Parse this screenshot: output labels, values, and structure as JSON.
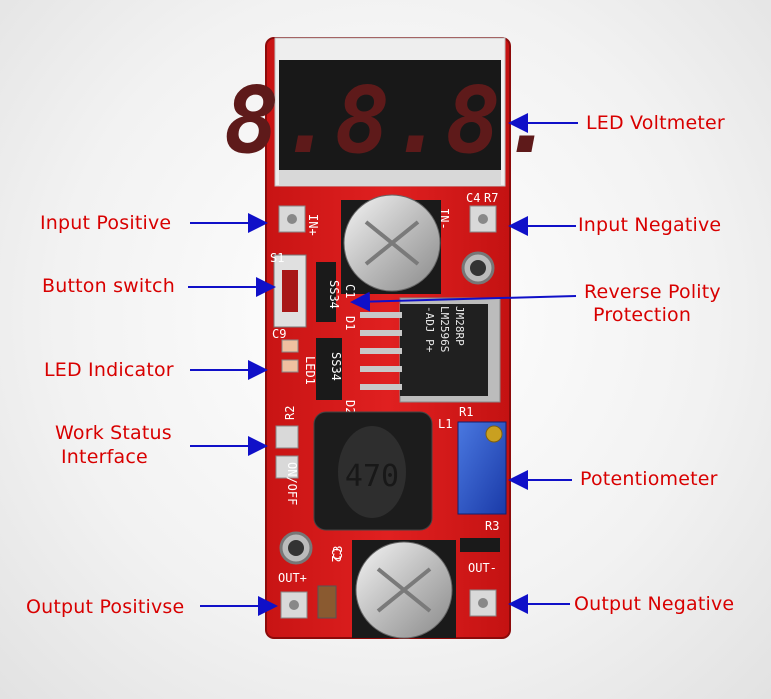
{
  "labels": {
    "led_voltmeter": "LED Voltmeter",
    "input_positive": "Input Positive",
    "input_negative": "Input Negative",
    "button_switch": "Button switch",
    "reverse_polity_line1": "Reverse Polity",
    "reverse_polity_line2": "Protection",
    "led_indicator": "LED Indicator",
    "work_status_line1": "Work Status",
    "work_status_line2": "Interface",
    "potentiometer": "Potentiometer",
    "output_positive": "Output Positivse",
    "output_negative": "Output Negative"
  },
  "board": {
    "display_digits": "8.8.8.",
    "chip_line1": "JM28RP",
    "chip_line2": "LM2596S",
    "chip_line3": "-ADJ  P+",
    "inductor_code": "470",
    "silk_in_plus": "IN+",
    "silk_in_minus": "IN-",
    "silk_c4": "C4",
    "silk_r7": "R7",
    "silk_s1": "S1",
    "silk_c9": "C9",
    "silk_c1": "C1",
    "silk_d1": "D1",
    "silk_led1": "LED1",
    "silk_d2": "D2",
    "silk_r2": "R2",
    "silk_r1": "R1",
    "silk_l1": "L1",
    "silk_on_off": "ON/OFF",
    "silk_r3": "R3",
    "silk_c2": "C2",
    "silk_c3": "C3",
    "silk_out_plus": "OUT+",
    "silk_out_minus": "OUT-",
    "silk_ss34_1": "SS34",
    "silk_ss34_2": "SS34"
  },
  "colors": {
    "label": "#d80000",
    "arrow": "#1010c8",
    "pcb": "#d81818",
    "display_segment": "#6a2020"
  }
}
